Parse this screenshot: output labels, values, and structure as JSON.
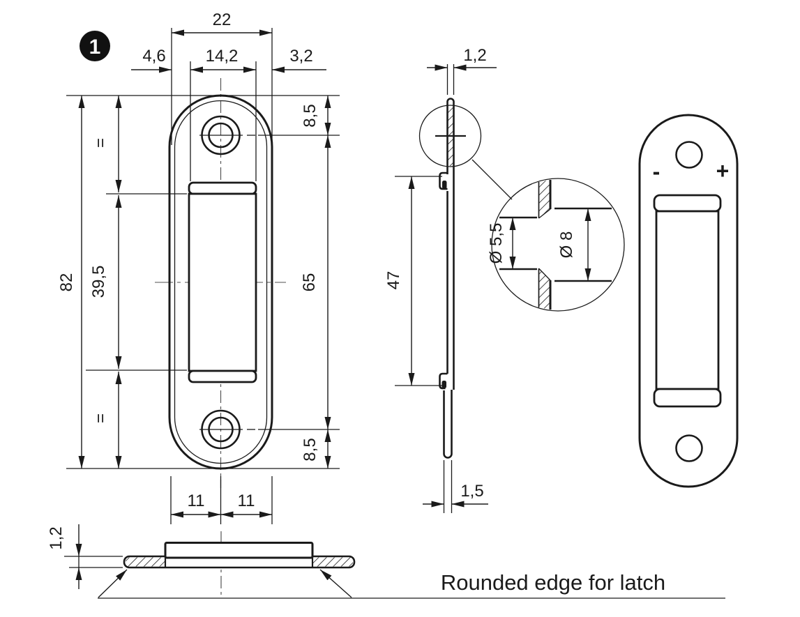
{
  "badge": {
    "number": "1"
  },
  "front_view": {
    "width_total": "22",
    "edge_to_slot_left": "4,6",
    "slot_width": "14,2",
    "edge_to_slot_right": "3,2",
    "top_edge_to_hole": "8,5",
    "height_total": "82",
    "equal_top": "=",
    "slot_height": "39,5",
    "equal_bottom": "=",
    "hole_spacing": "65",
    "bottom_edge_to_hole": "8,5",
    "center_to_edge_left": "11",
    "center_to_edge_right": "11"
  },
  "side_view": {
    "plate_thickness": "1,2",
    "slot_length": "47",
    "bottom_thickness": "1,5"
  },
  "detail_view": {
    "hole_diameter": "Ø 5,5",
    "countersink_diameter": "Ø 8"
  },
  "rear_view": {
    "polarity_minus": "-",
    "polarity_plus": "+"
  },
  "section_view": {
    "plate_thickness": "1,2",
    "annotation": "Rounded edge for latch"
  }
}
